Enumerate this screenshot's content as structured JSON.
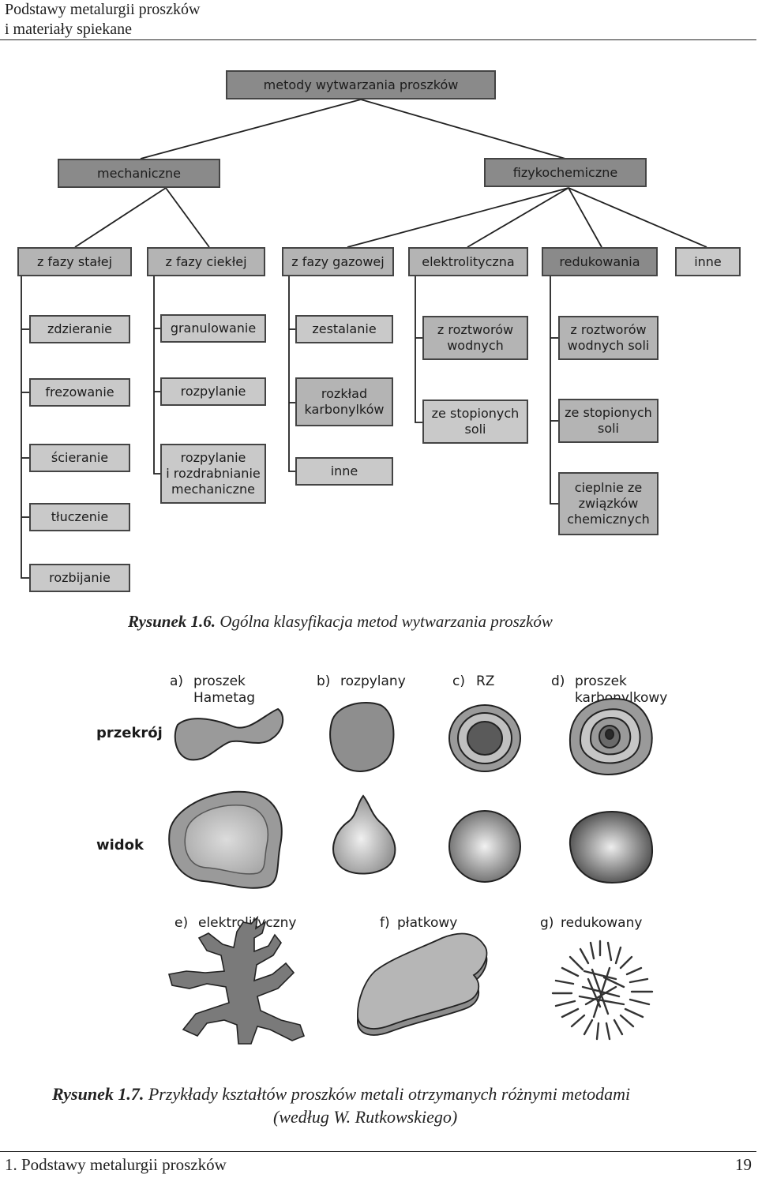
{
  "header": {
    "line1": "Podstawy metalurgii proszków",
    "line2": "i materiały spiekane"
  },
  "fig6": {
    "root": "metody wytwarzania proszków",
    "level1": [
      "mechaniczne",
      "fizykochemiczne"
    ],
    "level2": [
      "z fazy stałej",
      "z fazy ciekłej",
      "z fazy gazowej",
      "elektrolityczna",
      "redukowania",
      "inne"
    ],
    "col_stala": [
      "zdzieranie",
      "frezowanie",
      "ścieranie",
      "tłuczenie",
      "rozbijanie"
    ],
    "col_ciekla": [
      "granulowanie",
      "rozpylanie",
      "rozpylanie\ni rozdrabnianie\nmechaniczne"
    ],
    "col_gazowa": [
      "zestalanie",
      "rozkład\nkarbonylków",
      "inne"
    ],
    "col_elektro": [
      "z roztworów\nwodnych",
      "ze stopionych\nsoli"
    ],
    "col_redukowania": [
      "z roztworów\nwodnych soli",
      "ze stopionych\nsoli",
      "cieplnie ze\nzwiązków\nchemicznych"
    ],
    "caption_num": "Rysunek 1.6.",
    "caption_text": "Ogólna klasyfikacja metod wytwarzania proszków"
  },
  "fig7": {
    "labels": [
      {
        "key": "a)",
        "text": "proszek\nHametag"
      },
      {
        "key": "b)",
        "text": "rozpylany"
      },
      {
        "key": "c)",
        "text": "RZ"
      },
      {
        "key": "d)",
        "text": "proszek\nkarbonylkowy"
      },
      {
        "key": "e)",
        "text": "elektrolityczny"
      },
      {
        "key": "f)",
        "text": "płatkowy"
      },
      {
        "key": "g)",
        "text": "redukowany"
      }
    ],
    "row_labels": [
      "przekrój",
      "widok"
    ],
    "caption_num": "Rysunek 1.7.",
    "caption_text": "Przykłady kształtów proszków metali otrzymanych różnymi metodami",
    "caption_text2": "(według W. Rutkowskiego)"
  },
  "footer": {
    "chapter": "1. Podstawy metalurgii proszków",
    "page": "19"
  }
}
